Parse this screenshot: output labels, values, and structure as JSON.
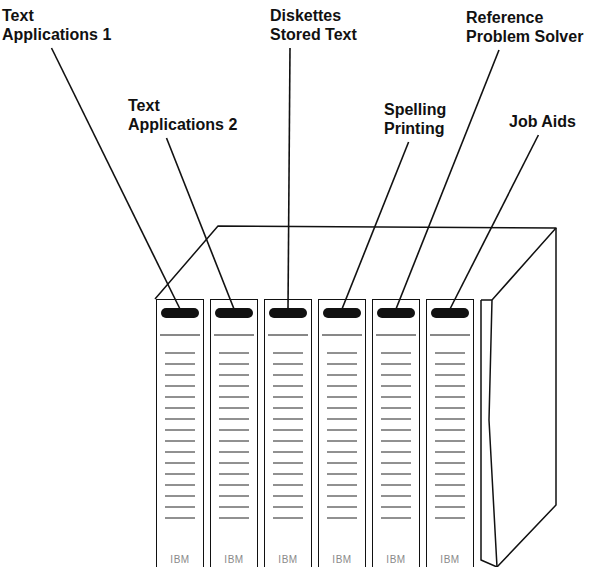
{
  "diagram": {
    "nodes": [
      {
        "text": [
          "IBM"
        ]
      },
      {
        "text": [
          "IBM"
        ]
      },
      {
        "text": [
          "IBM"
        ]
      },
      {
        "text": [
          "IBM"
        ]
      },
      {
        "text": [
          "IBM"
        ]
      },
      {
        "text": [
          "IBM"
        ]
      }
    ],
    "labels": [
      "Text Applications 1",
      "Text Applications 2",
      "Diskettes Stored Text",
      "Spelling Printing",
      "Reference Problem Solver",
      "Job Aids"
    ]
  }
}
